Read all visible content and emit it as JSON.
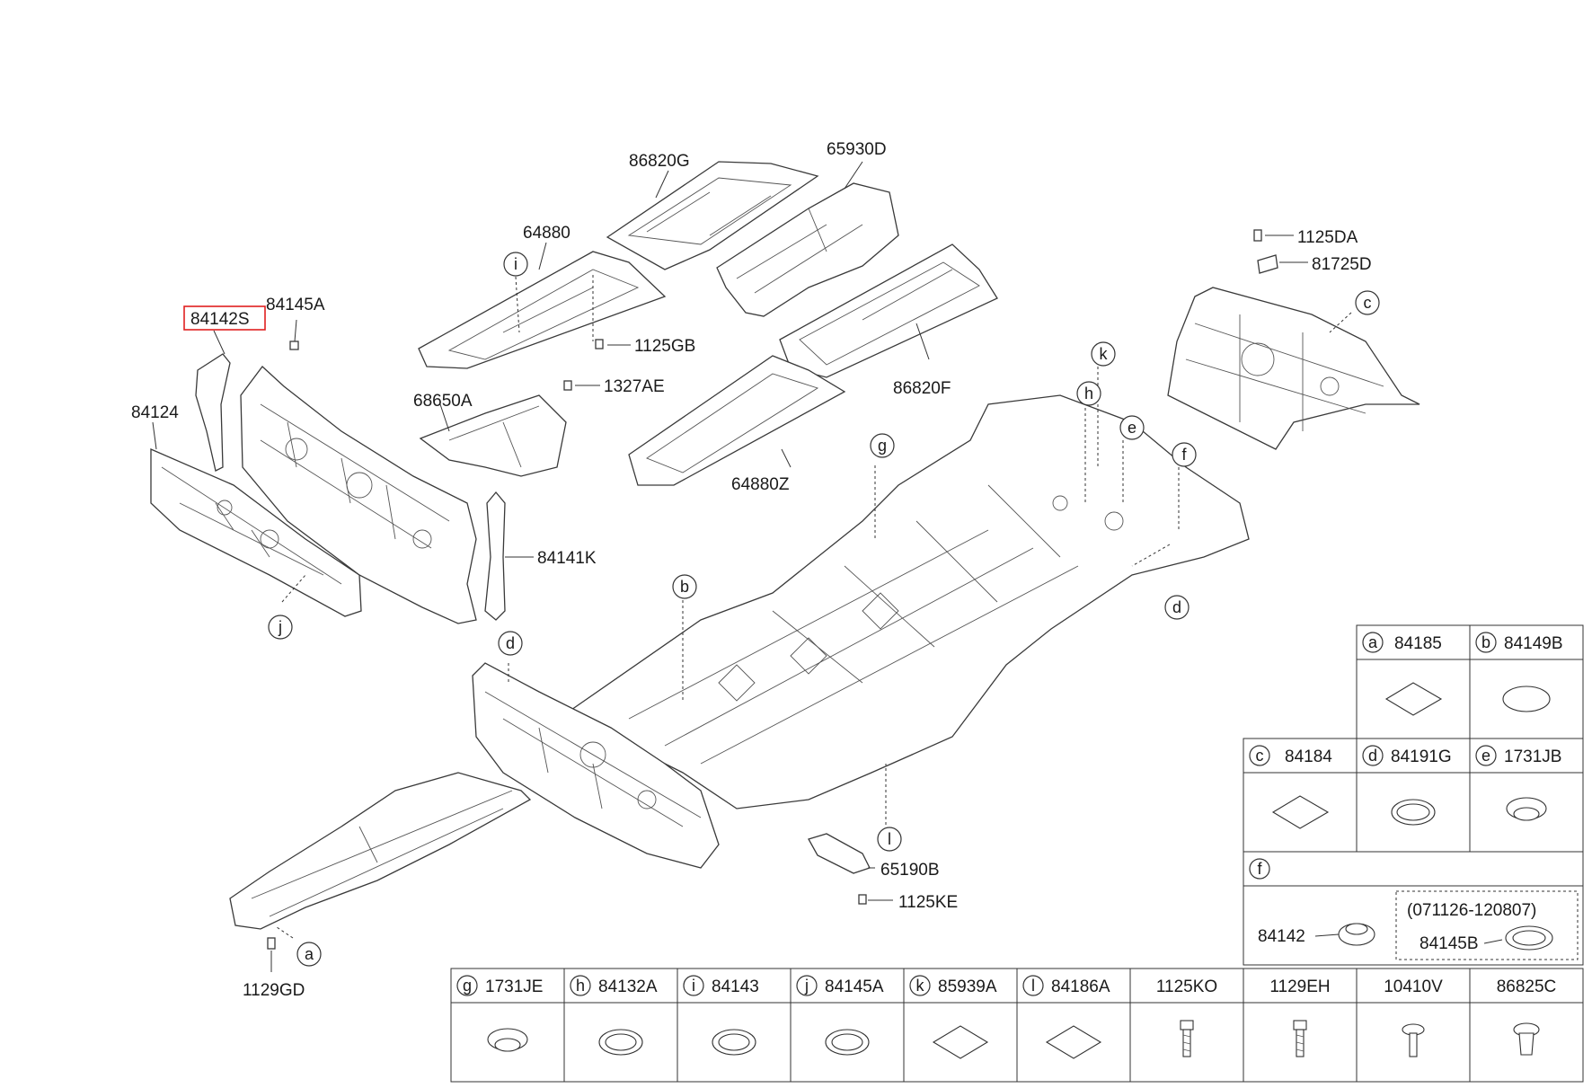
{
  "diagram": {
    "labels": {
      "l_86820G": "86820G",
      "l_65930D": "65930D",
      "l_64880": "64880",
      "l_1125GB": "1125GB",
      "l_1327AE": "1327AE",
      "l_84142S": "84142S",
      "l_84145A": "84145A",
      "l_84124": "84124",
      "l_68650A": "68650A",
      "l_64880Z": "64880Z",
      "l_86820F": "86820F",
      "l_1125DA": "1125DA",
      "l_81725D": "81725D",
      "l_84141K": "84141K",
      "l_65190B": "65190B",
      "l_1125KE": "1125KE",
      "l_1129GD": "1129GD"
    },
    "refs": {
      "i": "i",
      "c": "c",
      "k": "k",
      "h": "h",
      "e": "e",
      "g": "g",
      "f": "f",
      "b": "b",
      "d1": "d",
      "d2": "d",
      "j": "j",
      "l": "l",
      "a": "a"
    },
    "highlight_color": "#e02020"
  },
  "table": {
    "row1": [
      {
        "ref": "a",
        "part": "84185"
      },
      {
        "ref": "b",
        "part": "84149B"
      }
    ],
    "row2": [
      {
        "ref": "c",
        "part": "84184"
      },
      {
        "ref": "d",
        "part": "84191G"
      },
      {
        "ref": "e",
        "part": "1731JB"
      }
    ],
    "row3": {
      "ref": "f",
      "part_left": "84142",
      "date_range": "(071126-120807)",
      "part_right": "84145B"
    },
    "row4": [
      {
        "ref": "g",
        "part": "1731JE"
      },
      {
        "ref": "h",
        "part": "84132A"
      },
      {
        "ref": "i",
        "part": "84143"
      },
      {
        "ref": "j",
        "part": "84145A"
      },
      {
        "ref": "k",
        "part": "85939A"
      },
      {
        "ref": "l",
        "part": "84186A"
      },
      {
        "ref": "",
        "part": "1125KO"
      },
      {
        "ref": "",
        "part": "1129EH"
      },
      {
        "ref": "",
        "part": "10410V"
      },
      {
        "ref": "",
        "part": "86825C"
      }
    ]
  }
}
